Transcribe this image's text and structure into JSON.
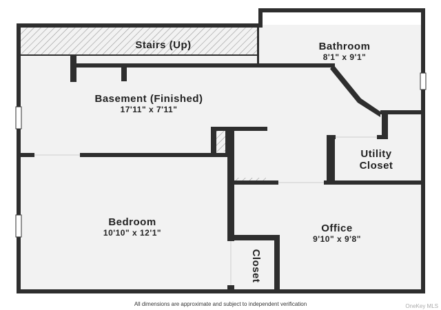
{
  "rooms": {
    "stairs": {
      "name": "Stairs (Up)"
    },
    "bathroom": {
      "name": "Bathroom",
      "dims": "8'1\" x 9'1\""
    },
    "basement": {
      "name": "Basement (Finished)",
      "dims": "17'11\" x 7'11\""
    },
    "utility": {
      "name_line1": "Utility",
      "name_line2": "Closet"
    },
    "bedroom": {
      "name": "Bedroom",
      "dims": "10'10\" x 12'1\""
    },
    "office": {
      "name": "Office",
      "dims": "9'10\" x 9'8\""
    },
    "closet": {
      "name": "Closet"
    }
  },
  "disclaimer": "All dimensions are approximate and subject to independent verification",
  "watermark": "OneKey MLS",
  "colors": {
    "wall": "#2e2e2e",
    "floor": "#f2f2f2",
    "hatch": "#9a9a9a"
  }
}
